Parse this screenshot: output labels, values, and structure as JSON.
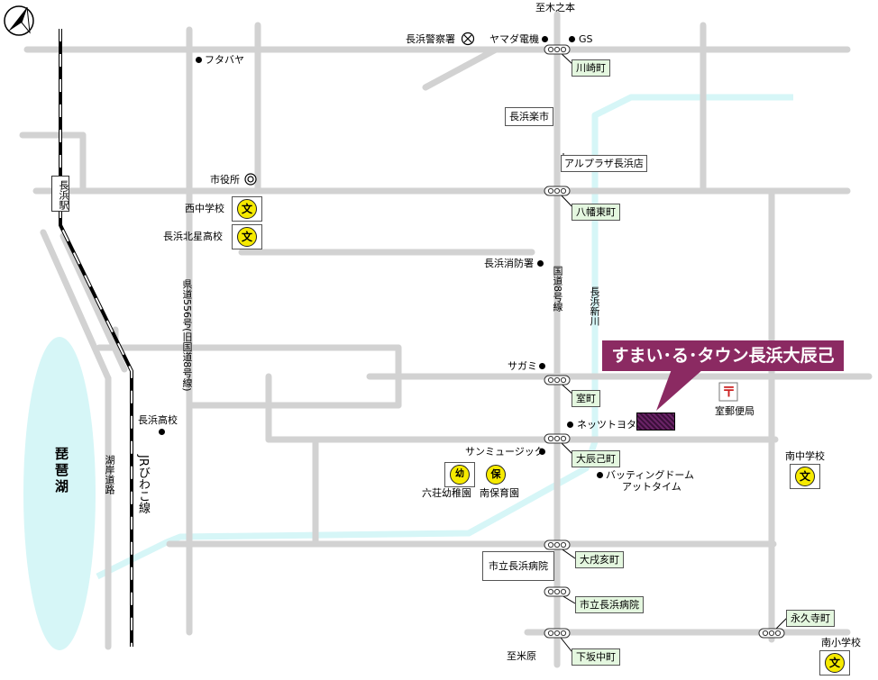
{
  "map_title": "すまい･る･タウン長浜大辰己",
  "lake_name": "琵琶湖",
  "station_name": "長浜駅",
  "colors": {
    "road": "#d2d2d2",
    "lake": "#d6f6f7",
    "river": "#d6f6f7",
    "banner": "#8b2a62",
    "signal_label_bg": "#e4f7df",
    "school_icon": "#f6ea00"
  },
  "directions": {
    "north": "至木之本",
    "south": "至米原"
  },
  "compass_icon": "north-arrow-icon",
  "landmarks": {
    "police": "長浜警察署",
    "yamada": "ヤマダ電機",
    "gs": "GS",
    "futabaya": "フタバヤ",
    "rakuichi": "長浜楽市",
    "alplaza": "アルプラザ長浜店",
    "cityhall": "市役所",
    "fire": "長浜消防署",
    "sagami": "サガミ",
    "netz": "ネッツトヨタ",
    "sunmusic": "サンミュージック",
    "batting_1": "バッティングドーム",
    "batting_2": "アットタイム",
    "post": "室郵便局",
    "hospital": "市立長浜病院",
    "kindergarten": "六荘幼稚園",
    "nursery": "南保育園",
    "hs_nagahama": "長浜高校"
  },
  "schools": {
    "nishi": "西中学校",
    "hokusei": "長浜北星高校",
    "minami_chu": "南中学校",
    "minami_sho": "南小学校",
    "icon_char": "文"
  },
  "badges": {
    "kindergarten": "幼",
    "nursery": "保"
  },
  "post_icon_char": "〒",
  "signals": {
    "kawasaki": "川崎町",
    "hachiman": "八幡東町",
    "muro": "室町",
    "otatsumi": "大辰己町",
    "oinui": "大戌亥町",
    "hospital": "市立長浜病院",
    "shimosaka": "下坂中町",
    "eikyuji": "永久寺町"
  },
  "routes": {
    "prefectural": "県道556号(旧国道8号線)",
    "national": "国道8号線",
    "river": "長浜新川",
    "lakeside": "湖岸道路",
    "jr": "JRびわこ線"
  }
}
